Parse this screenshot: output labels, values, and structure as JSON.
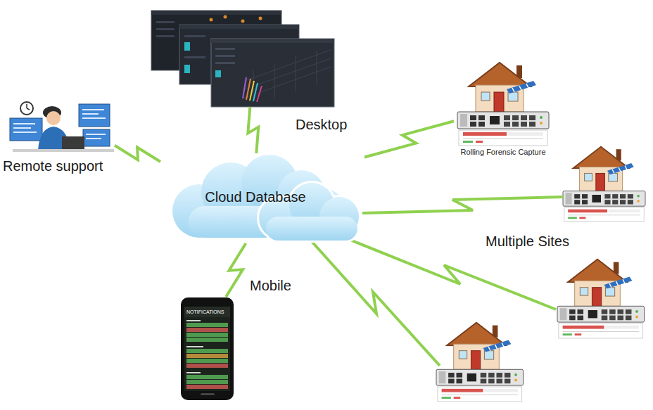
{
  "diagram": {
    "nodes": [
      {
        "text": [
          "Cloud Database"
        ]
      },
      {
        "text": [
          "Remote support"
        ]
      },
      {
        "text": [
          "Desktop"
        ]
      },
      {
        "text": [
          "Mobile"
        ]
      },
      {
        "text": [
          "Rolling Forensic Capture"
        ]
      }
    ],
    "edges": [
      {
        "from": 0,
        "to": 1,
        "arrow": "none"
      },
      {
        "from": 0,
        "to": 2,
        "arrow": "none"
      },
      {
        "from": 0,
        "to": 3,
        "arrow": "none"
      },
      {
        "from": 0,
        "to": 4,
        "arrow": "none"
      }
    ],
    "labels": [
      "Multiple Sites",
      "NOTIFICATIONS"
    ]
  }
}
